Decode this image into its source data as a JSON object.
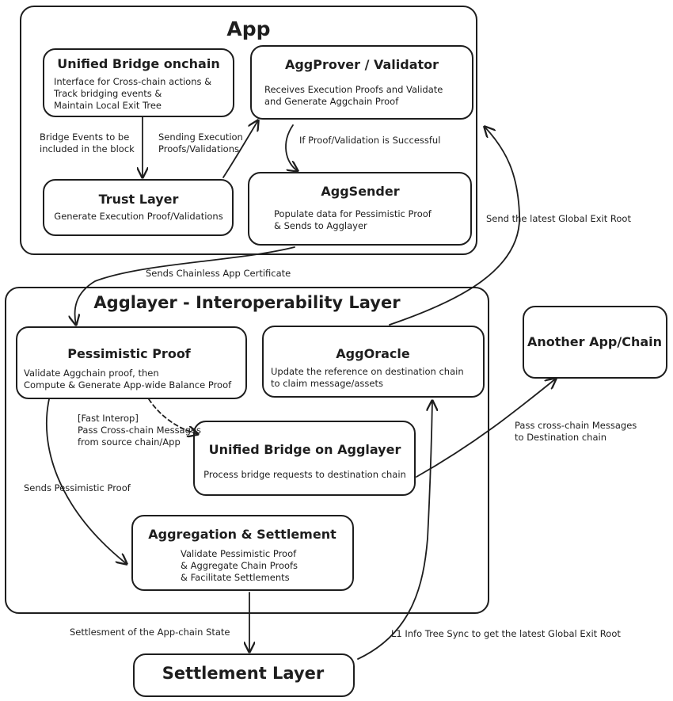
{
  "app": {
    "title": "App",
    "unified_bridge_onchain": {
      "title": "Unified Bridge onchain",
      "lines": [
        "Interface for Cross-chain actions &",
        "Track bridging events &",
        "Maintain Local Exit Tree"
      ]
    },
    "aggprover": {
      "title": "AggProver / Validator",
      "lines": [
        "Receives Execution Proofs and Validate",
        "and Generate Aggchain Proof"
      ]
    },
    "trust_layer": {
      "title": "Trust Layer",
      "lines": [
        "Generate Execution Proof/Validations"
      ]
    },
    "aggsender": {
      "title": "AggSender",
      "lines": [
        "Populate data for Pessimistic Proof",
        "& Sends to Agglayer"
      ]
    }
  },
  "agglayer": {
    "title": "Agglayer - Interoperability Layer",
    "pessimistic_proof": {
      "title": "Pessimistic Proof",
      "lines": [
        "Validate Aggchain proof, then",
        "Compute & Generate App-wide Balance Proof"
      ]
    },
    "aggoracle": {
      "title": "AggOracle",
      "lines": [
        "Update the reference on destination chain",
        "to claim message/assets"
      ]
    },
    "unified_bridge_agglayer": {
      "title": "Unified Bridge on Agglayer",
      "lines": [
        "Process bridge requests to destination chain"
      ]
    },
    "aggregation": {
      "title": "Aggregation & Settlement",
      "lines": [
        "Validate Pessimistic Proof",
        "& Aggregate Chain Proofs",
        "& Facilitate Settlements"
      ]
    }
  },
  "another_app": {
    "title": "Another App/Chain"
  },
  "settlement_layer": {
    "title": "Settlement Layer"
  },
  "labels": {
    "bridge_events": [
      "Bridge Events to be",
      "included in the block"
    ],
    "sending_exec": [
      "Sending Execution",
      "Proofs/Validations"
    ],
    "if_proof": "If Proof/Validation is Successful",
    "send_ger": "Send the latest Global Exit Root",
    "sends_cert": "Sends Chainless App Certificate",
    "fast_interop": [
      "[Fast Interop]",
      "Pass Cross-chain Messages",
      "from source chain/App"
    ],
    "pass_cross": [
      "Pass cross-chain Messages",
      "to Destination chain"
    ],
    "sends_pp": "Sends Pessimistic Proof",
    "settlement_state": "Settlesment of the App-chain State",
    "l1_info": "L1 Info Tree Sync to get the latest Global Exit Root"
  },
  "colors": {
    "stroke": "#1e1e1e",
    "background": "#ffffff"
  }
}
